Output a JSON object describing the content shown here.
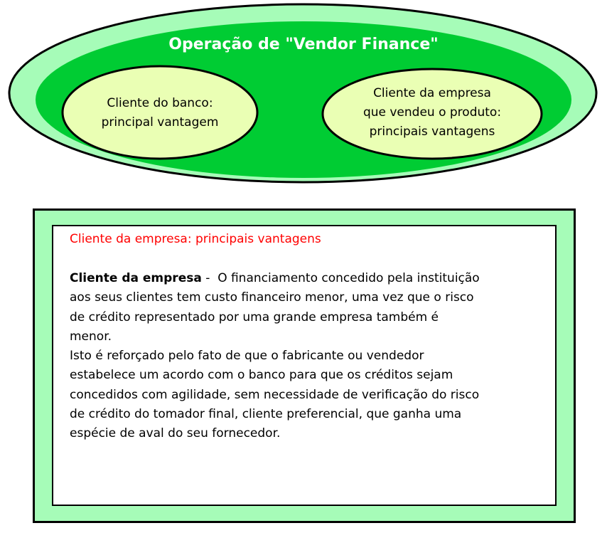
{
  "diagram": {
    "title": "Operação de \"Vendor Finance\"",
    "left_bubble": [
      "Cliente do banco:",
      "principal vantagem"
    ],
    "right_bubble": [
      "Cliente da empresa",
      "que vendeu o produto:",
      "principais vantagens"
    ],
    "colors": {
      "outer": "#a6fcb8",
      "inner": "#00cc33",
      "bubble": "#eaffb4",
      "heading": "#ff0000"
    }
  },
  "panel": {
    "heading": "Cliente da empresa: principais vantagens",
    "lead_bold": "Cliente da empresa",
    "lead_sep": " -  ",
    "lines": [
      "O financiamento concedido pela instituição",
      "aos seus clientes tem custo financeiro menor, uma vez que o risco",
      "de crédito representado por uma grande empresa também é",
      "menor.",
      "Isto é reforçado pelo fato de que o fabricante ou vendedor",
      "estabelece um acordo com o banco para que os créditos sejam",
      "concedidos com agilidade, sem necessidade de verificação do risco",
      "de crédito do tomador final, cliente preferencial, que ganha uma",
      "espécie de aval do seu fornecedor."
    ]
  }
}
